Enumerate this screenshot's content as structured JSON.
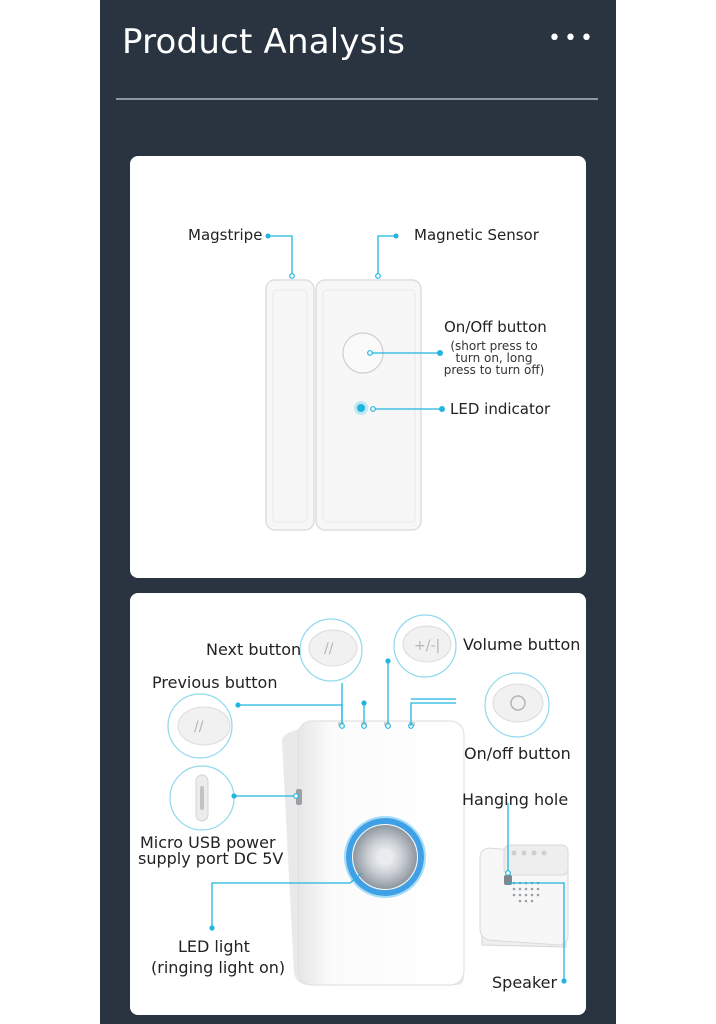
{
  "header": {
    "title": "Product Analysis",
    "more_label": "•••"
  },
  "sensor_diagram": {
    "magstripe": "Magstripe",
    "magnetic_sensor": "Magnetic Sensor",
    "onoff_button": "On/Off button",
    "onoff_note_1": "(short press to",
    "onoff_note_2": "turn on, long",
    "onoff_note_3": "press to turn off)",
    "led_indicator": "LED indicator"
  },
  "receiver_diagram": {
    "next_button": "Next button",
    "volume_button": "Volume button",
    "previous_button": "Previous button",
    "onoff_button": "On/off button",
    "hanging_hole": "Hanging hole",
    "usb_line1": "Micro USB power",
    "usb_line2": "supply port DC 5V",
    "led_line1": "LED light",
    "led_line2": "(ringing light on)",
    "speaker": "Speaker"
  },
  "colors": {
    "background": "#2a3441",
    "accent": "#1fb6e0",
    "card": "#ffffff"
  }
}
